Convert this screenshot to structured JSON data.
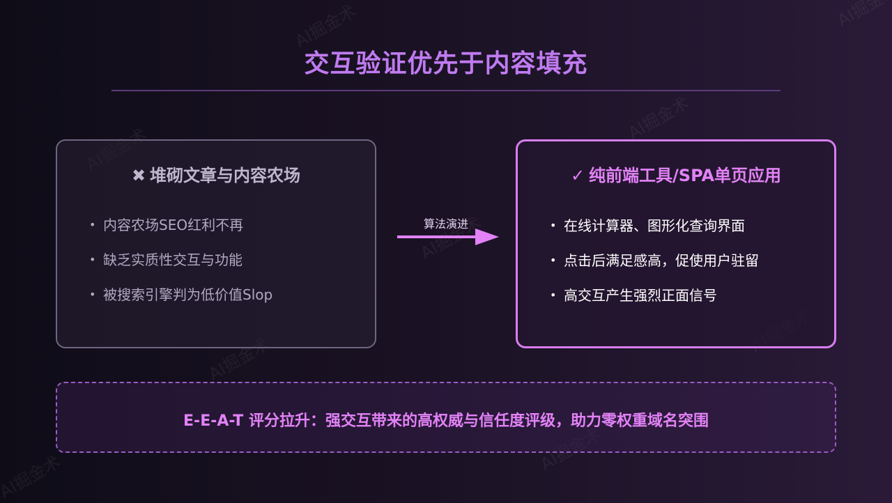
{
  "slide": {
    "title": "交互验证优先于内容填充",
    "left_card": {
      "icon": "cross-mark-icon",
      "icon_glyph": "✖",
      "heading": "堆砌文章与内容农场",
      "items": [
        "内容农场SEO红利不再",
        "缺乏实质性交互与功能",
        "被搜索引擎判为低价值Slop"
      ]
    },
    "arrow": {
      "label": "算法演进"
    },
    "right_card": {
      "icon": "check-mark-icon",
      "icon_glyph": "✓",
      "heading": "纯前端工具/SPA单页应用",
      "items": [
        "在线计算器、图形化查询界面",
        "点击后满足感高，促使用户驻留",
        "高交互产生强烈正面信号"
      ]
    },
    "banner": {
      "text": "E-E-A-T 评分拉升：强交互带来的高权威与信任度评级，助力零权重域名突围"
    },
    "watermark": "AI掘金术",
    "bullet_glyph": "•",
    "colors": {
      "accent": "#c07bf0",
      "highlight": "#e282f6",
      "muted": "#b2a9c2",
      "background_start": "#0f0c18",
      "background_end": "#2a1a38"
    }
  }
}
